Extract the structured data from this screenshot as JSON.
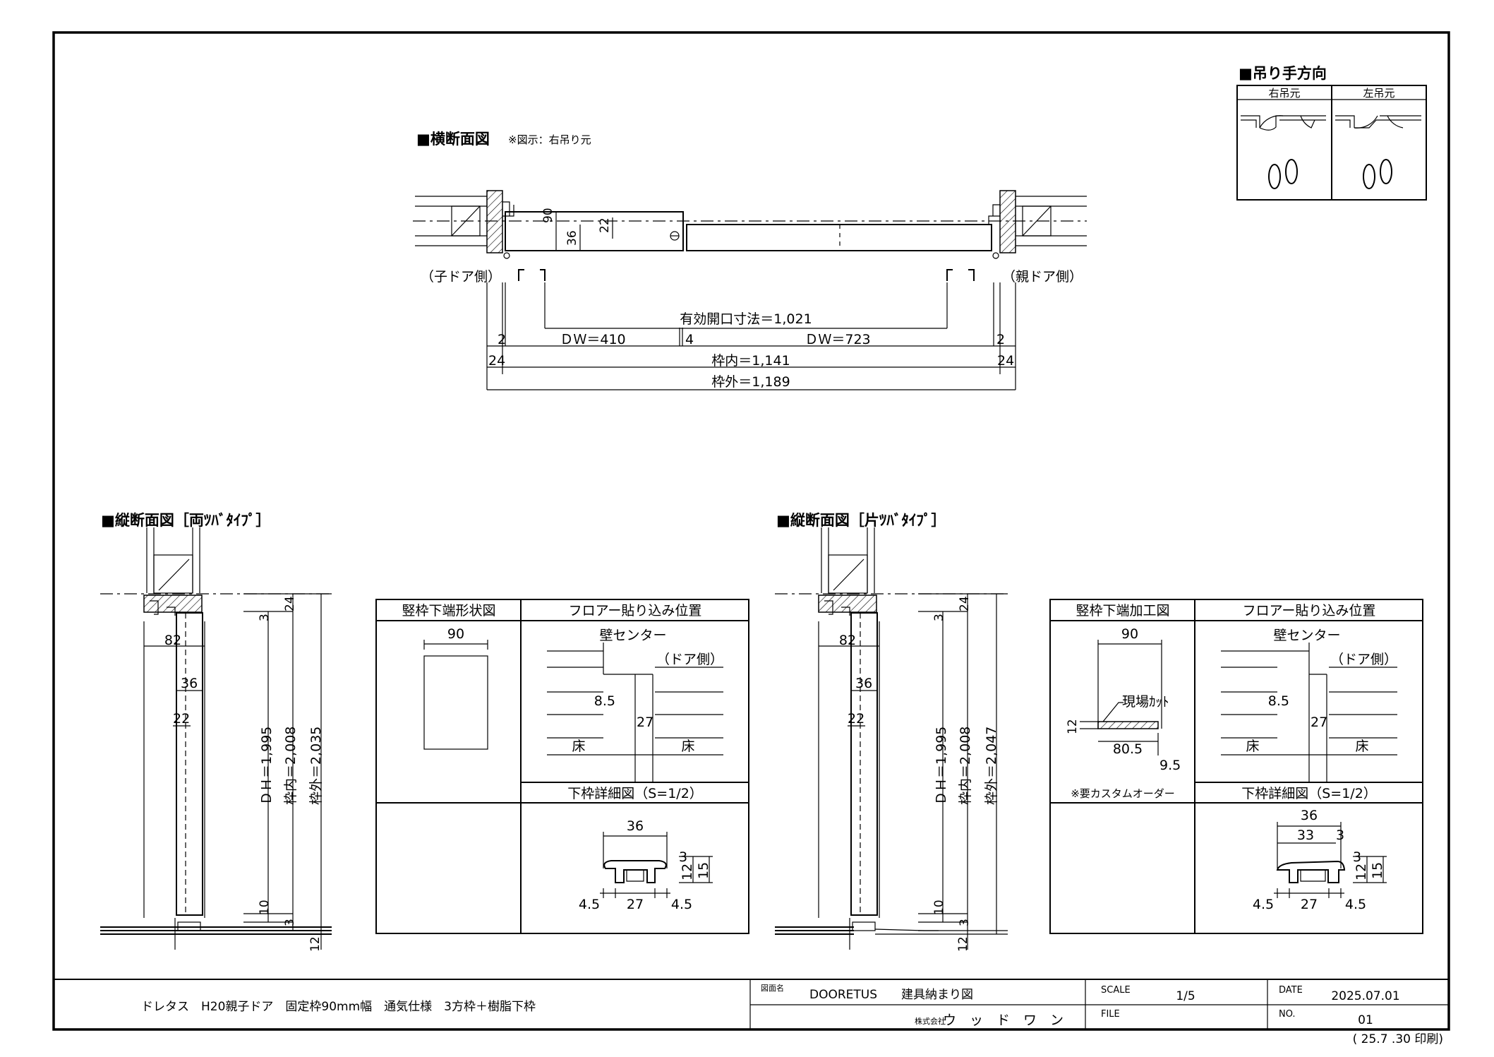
{
  "cross_section": {
    "title": "■横断面図",
    "note": "※図示：右吊り元",
    "child_side": "（子ドア側）",
    "parent_side": "（親ドア側）",
    "dim_90": "90",
    "dim_36": "36",
    "dim_22": "22",
    "effective_opening": "有効開口寸法＝1,021",
    "dw_left": "ＤＷ＝410",
    "dw_right": "ＤＷ＝723",
    "gap_2a": "2",
    "gap_4": "4",
    "gap_2b": "2",
    "side_24a": "24",
    "side_24b": "24",
    "inner": "枠内＝1,141",
    "outer": "枠外＝1,189"
  },
  "hinge": {
    "title": "■吊り手方向",
    "right": "右吊元",
    "left": "左吊元"
  },
  "vsec_both": {
    "title": "■縦断面図［両ﾂﾊﾞﾀｲﾌﾟ］",
    "d82": "82",
    "d36": "36",
    "d22": "22",
    "d24": "24",
    "d3a": "3",
    "d10": "10",
    "d3b": "3",
    "d12": "12",
    "dh": "ＤＨ＝1,995",
    "inner": "枠内＝2,008",
    "outer": "枠外＝2,035"
  },
  "table_both": {
    "h_left": "竪枠下端形状図",
    "h_right": "フロアー貼り込み位置",
    "d90": "90",
    "wall_center": "壁センター",
    "door_side": "（ドア側）",
    "d85": "8.5",
    "d27": "27",
    "floor_l": "床",
    "floor_r": "床",
    "detail_title": "下枠詳細図（S=1/2）",
    "dd36": "36",
    "dd3": "3",
    "dd12": "12",
    "dd15": "15",
    "dd45a": "4.5",
    "dd27": "27",
    "dd45b": "4.5"
  },
  "vsec_one": {
    "title": "■縦断面図［片ﾂﾊﾞﾀｲﾌﾟ］",
    "d82": "82",
    "d36": "36",
    "d22": "22",
    "d24": "24",
    "d3a": "3",
    "d10": "10",
    "d3b": "3",
    "d12": "12",
    "dh": "ＤＨ＝1,995",
    "inner": "枠内＝2,008",
    "outer": "枠外＝2,047"
  },
  "table_one": {
    "h_left": "竪枠下端加工図",
    "h_right": "フロアー貼り込み位置",
    "d90": "90",
    "site_cut": "現場ｶｯﾄ",
    "d12": "12",
    "d805": "80.5",
    "d95": "9.5",
    "custom": "※要カスタムオーダー",
    "wall_center": "壁センター",
    "door_side": "（ドア側）",
    "d85": "8.5",
    "d27": "27",
    "floor_l": "床",
    "floor_r": "床",
    "detail_title": "下枠詳細図（S=1/2）",
    "dd36": "36",
    "dd33": "33",
    "dd3a": "3",
    "dd3b": "3",
    "dd12": "12",
    "dd15": "15",
    "dd45a": "4.5",
    "dd27": "27",
    "dd45b": "4.5"
  },
  "title_block": {
    "description": "ドレタス　H20親子ドア　固定枠90mm幅　通気仕様　3方枠＋樹脂下枠",
    "drawing_name_label": "図面名",
    "drawing_name": "DOORETUS　　建具納まり図",
    "company_prefix": "株式会社",
    "company": "ウ　ッ　ド　ワ　ン",
    "scale_label": "SCALE",
    "scale": "1/5",
    "file_label": "FILE",
    "file": "",
    "date_label": "DATE",
    "date": "2025.07.01",
    "no_label": "NO.",
    "no": "01",
    "printed": "( 25.7 .30 印刷)"
  }
}
